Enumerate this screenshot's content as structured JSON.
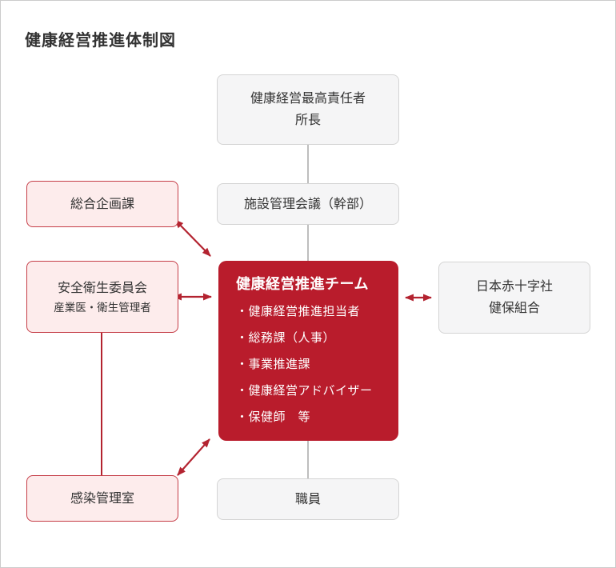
{
  "page": {
    "title": "健康経営推進体制図"
  },
  "colors": {
    "accent_red": "#b91c2c",
    "arrow_red": "#b32330",
    "pink_fill": "#fdecec",
    "pink_border": "#c53d47",
    "gray_fill": "#f5f5f6",
    "gray_border": "#d4d4d4",
    "connector_gray": "#a9a9a9",
    "text": "#333333",
    "page_border": "#cccccc"
  },
  "nodes": {
    "ceo": {
      "line1": "健康経営最高責任者",
      "line2": "所長"
    },
    "council": {
      "label": "施設管理会議（幹部）"
    },
    "team": {
      "title": "健康経営推進チーム",
      "members": [
        "・健康経営推進担当者",
        "・総務課（人事）",
        "・事業推進課",
        "・健康経営アドバイザー",
        "・保健師　等"
      ]
    },
    "planning": {
      "label": "総合企画課"
    },
    "safety": {
      "line1": "安全衛生委員会",
      "line2": "産業医・衛生管理者"
    },
    "infection": {
      "label": "感染管理室"
    },
    "redcross": {
      "line1": "日本赤十字社",
      "line2": "健保組合"
    },
    "staff": {
      "label": "職員"
    }
  }
}
